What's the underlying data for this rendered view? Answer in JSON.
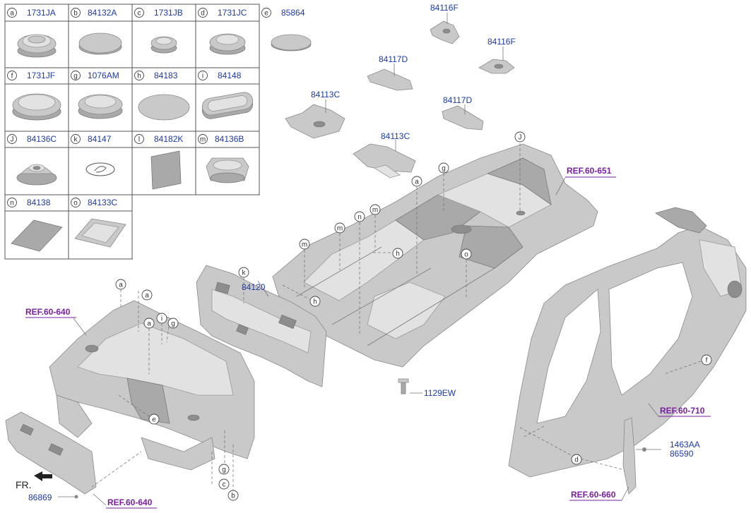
{
  "legend": {
    "cells": [
      {
        "letter": "a",
        "part": "1731JA"
      },
      {
        "letter": "b",
        "part": "84132A"
      },
      {
        "letter": "c",
        "part": "1731JB"
      },
      {
        "letter": "d",
        "part": "1731JC"
      },
      {
        "letter": "e",
        "part": "85864"
      },
      {
        "letter": "f",
        "part": "1731JF"
      },
      {
        "letter": "g",
        "part": "1076AM"
      },
      {
        "letter": "h",
        "part": "84183"
      },
      {
        "letter": "i",
        "part": "84148"
      },
      {
        "letter": "J",
        "part": "84136C"
      },
      {
        "letter": "k",
        "part": "84147"
      },
      {
        "letter": "l",
        "part": "84182K"
      },
      {
        "letter": "m",
        "part": "84136B"
      },
      {
        "letter": "n",
        "part": "84138"
      },
      {
        "letter": "o",
        "part": "84133C"
      }
    ]
  },
  "part_labels": {
    "p84116F_a": "84116F",
    "p84116F_b": "84116F",
    "p84117D_a": "84117D",
    "p84117D_b": "84117D",
    "p84113C_a": "84113C",
    "p84113C_b": "84113C",
    "p84120": "84120",
    "p1129EW": "1129EW",
    "p1463AA": "1463AA",
    "p86590": "86590",
    "p86869": "86869"
  },
  "references": {
    "ref_651": "REF.60-651",
    "ref_640_top": "REF.60-640",
    "ref_640_bottom": "REF.60-640",
    "ref_710": "REF.60-710",
    "ref_660": "REF.60-660"
  },
  "callouts": {
    "c_a1": "a",
    "c_a2": "a",
    "c_a3": "a",
    "c_a4": "a",
    "c_i": "i",
    "c_g1": "g",
    "c_g2": "g",
    "c_g3": "g",
    "c_e": "e",
    "c_c": "c",
    "c_b": "b",
    "c_k": "k",
    "c_J": "J",
    "c_m1": "m",
    "c_m2": "m",
    "c_m3": "m",
    "c_n": "n",
    "c_h1": "h",
    "c_h2": "h",
    "c_o": "o",
    "c_f": "f",
    "c_d": "d"
  },
  "front_label": "FR.",
  "colors": {
    "part_number": "#1a3aa8",
    "reference": "#7a1fa0"
  }
}
